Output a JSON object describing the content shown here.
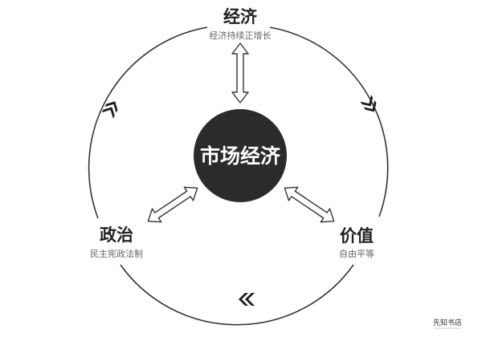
{
  "center": {
    "label": "市场经济"
  },
  "nodes": [
    {
      "id": "economy",
      "title": "经济",
      "subtitle": "经济持续正增长"
    },
    {
      "id": "politics",
      "title": "政治",
      "subtitle": "民主宪政法制"
    },
    {
      "id": "values",
      "title": "价值",
      "subtitle": "自由平等"
    }
  ],
  "logo": {
    "text": "先知书店"
  },
  "colors": {
    "center_fill": "#2b2b2b",
    "stroke": "#333333",
    "chevron": "#1f1f1f",
    "title": "#222222",
    "subtitle": "#666666"
  },
  "icons": {
    "flow_marker": "double-chevron-icon",
    "connector": "double-headed-arrow-icon"
  }
}
